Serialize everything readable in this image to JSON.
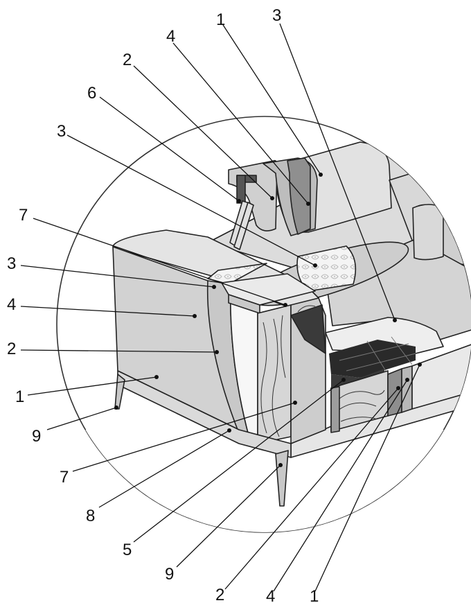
{
  "figure": {
    "callouts": [
      {
        "id": "c-top-1",
        "label": "1"
      },
      {
        "id": "c-top-3",
        "label": "3"
      },
      {
        "id": "c-top-4",
        "label": "4"
      },
      {
        "id": "c-top-2",
        "label": "2"
      },
      {
        "id": "c-top-6",
        "label": "6"
      },
      {
        "id": "c-left-3a",
        "label": "3"
      },
      {
        "id": "c-left-7",
        "label": "7"
      },
      {
        "id": "c-left-3b",
        "label": "3"
      },
      {
        "id": "c-left-4",
        "label": "4"
      },
      {
        "id": "c-left-2",
        "label": "2"
      },
      {
        "id": "c-left-1",
        "label": "1"
      },
      {
        "id": "c-left-9",
        "label": "9"
      },
      {
        "id": "c-bot-7",
        "label": "7"
      },
      {
        "id": "c-bot-8",
        "label": "8"
      },
      {
        "id": "c-bot-5",
        "label": "5"
      },
      {
        "id": "c-bot-9",
        "label": "9"
      },
      {
        "id": "c-bot-2",
        "label": "2"
      },
      {
        "id": "c-bot-4",
        "label": "4"
      },
      {
        "id": "c-bot-1",
        "label": "1"
      }
    ],
    "colors": {
      "ink": "#111111",
      "fabric_light": "#e3e3e3",
      "fabric_mid": "#cfcfcf",
      "fabric_dark": "#a9a9a9",
      "foam_white": "#f7f7f7",
      "wood": "#d2d2d2",
      "webbing": "#2a2a2a",
      "bracket": "#555555"
    }
  }
}
